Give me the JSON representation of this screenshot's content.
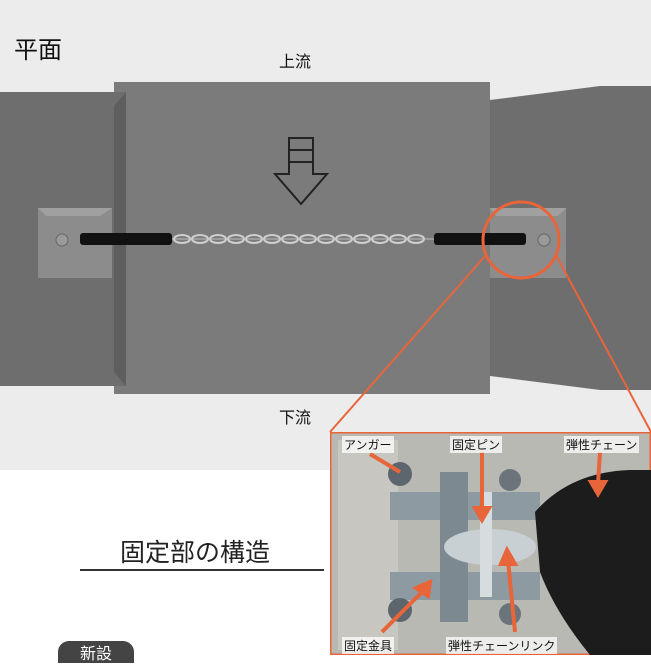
{
  "plan": {
    "title": "平面",
    "upstream": "上流",
    "downstream": "下流"
  },
  "section": {
    "title": "固定部の構造"
  },
  "badge": "新設",
  "photo_labels": {
    "anchor": "アンガー",
    "fixing_pin": "固定ピン",
    "elastic_chain": "弾性チェーン",
    "fixing_bracket": "固定金具",
    "elastic_chain_link": "弾性チェーンリンク"
  },
  "colors": {
    "accent": "#e8653a",
    "concrete": "#777777",
    "background": "#ececec"
  },
  "icons": {
    "flow_arrow": "down-arrow-icon"
  }
}
